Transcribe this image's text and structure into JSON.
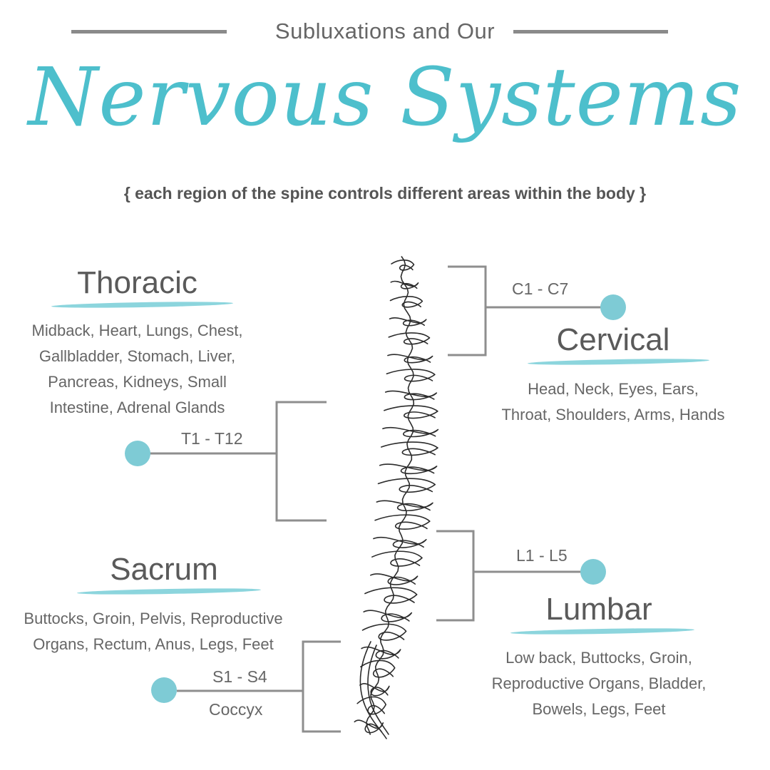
{
  "header": {
    "pre_title": "Subluxations and Our",
    "title": "Nervous Systems",
    "subtitle": "{ each region of the spine controls different areas within the body }"
  },
  "regions": {
    "thoracic": {
      "title": "Thoracic",
      "lines": [
        "Midback, Heart, Lungs, Chest,",
        "Gallbladder, Stomach, Liver,",
        "Pancreas, Kidneys, Small",
        "Intestine, Adrenal Glands"
      ],
      "code": "T1 - T12"
    },
    "cervical": {
      "title": "Cervical",
      "lines": [
        "Head, Neck, Eyes, Ears,",
        "Throat, Shoulders, Arms, Hands"
      ],
      "code": "C1 - C7"
    },
    "lumbar": {
      "title": "Lumbar",
      "lines": [
        "Low back, Buttocks, Groin,",
        "Reproductive Organs, Bladder,",
        "Bowels, Legs, Feet"
      ],
      "code": "L1 - L5"
    },
    "sacrum": {
      "title": "Sacrum",
      "lines": [
        "Buttocks, Groin, Pelvis, Reproductive",
        "Organs, Rectum, Anus, Legs, Feet"
      ],
      "code": "S1 - S4",
      "extra": "Coccyx"
    }
  },
  "colors": {
    "accent": "#4dbfcc",
    "dot": "#7ecbd5",
    "line": "#8e8e8e",
    "text": "#5f5f5f"
  }
}
